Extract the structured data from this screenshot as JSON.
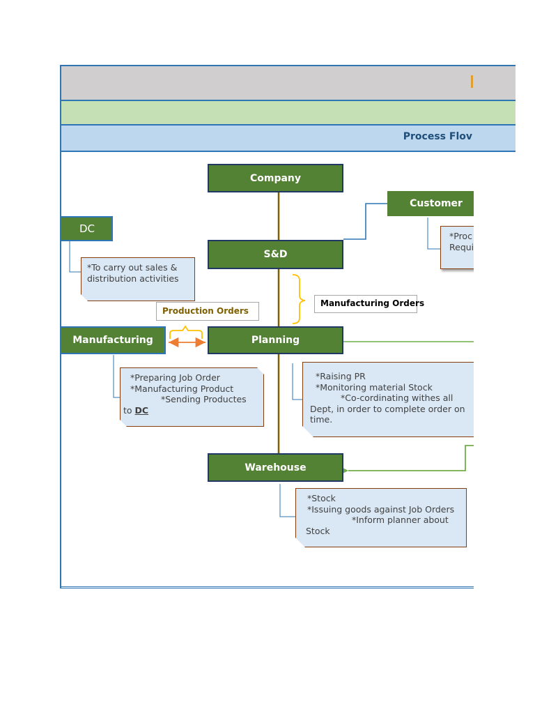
{
  "header": {
    "title_fragment": "Process Flov"
  },
  "nodes": {
    "company": "Company",
    "customer": "Customer",
    "dc": "DC",
    "sd": "S&D",
    "manufacturing": "Manufacturing",
    "planning": "Planning",
    "warehouse": "Warehouse"
  },
  "labels": {
    "production_orders": "Production Orders",
    "manufacturing_orders": "Manufacturing Orders"
  },
  "notes": {
    "dc": [
      "*To carry out sales &",
      "distribution activities"
    ],
    "customer": [
      "*Proc",
      "Requi"
    ],
    "manufacturing": {
      "line1": "*Preparing Job Order",
      "line2": "*Manufacturing Product",
      "line3": "*Sending Productes",
      "line4_prefix": "to ",
      "line4_dc": "DC"
    },
    "planning": [
      "*Raising PR",
      "*Monitoring material Stock",
      "*Co-cordinating withes all",
      "Dept, in order to complete order on",
      "time."
    ],
    "warehouse": [
      "*Stock",
      "*Issuing goods against Job Orders",
      "*Inform planner about",
      "Stock"
    ]
  },
  "colors": {
    "node_fill": "#548235",
    "node_border": "#1f3864",
    "note_fill": "#dae8f5",
    "trunk_line": "#7f6000",
    "arrow_green": "#70ad47",
    "connector_blue": "#2e75b6",
    "bracket_yellow": "#ffc000",
    "arrow_orange": "#ed7d31"
  }
}
